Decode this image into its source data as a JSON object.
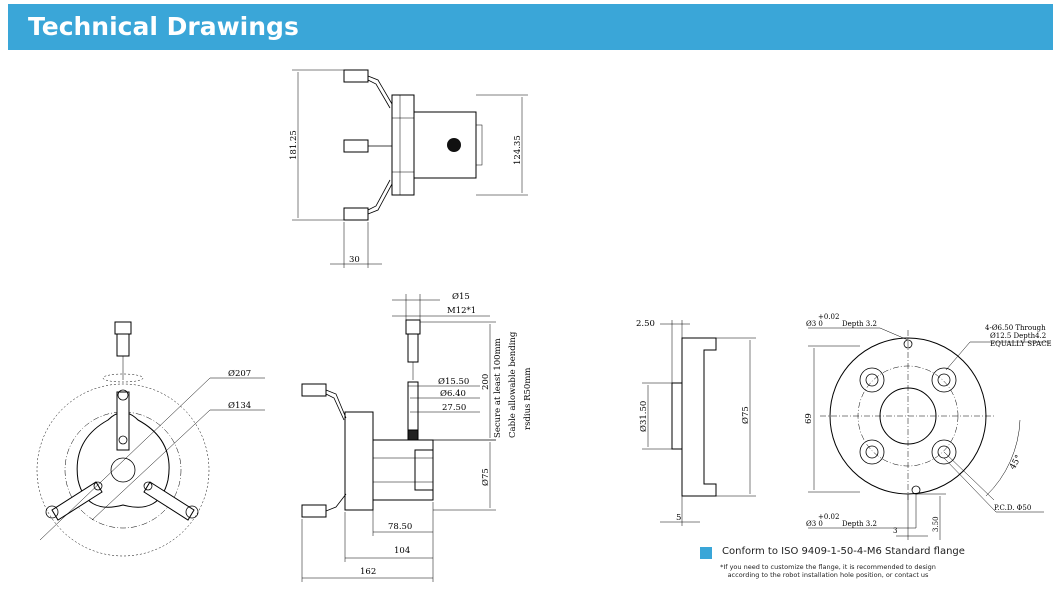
{
  "header": {
    "title": "Technical Drawings",
    "color": "#3aa6d8"
  },
  "top_view": {
    "height_total": "181.25",
    "height_body": "124.35",
    "width_finger": "30"
  },
  "front_view": {
    "dia_outer": "Ø207",
    "dia_inner": "Ø134"
  },
  "side_view": {
    "connector_dia": "Ø15",
    "connector_thread": "M12*1",
    "cable_length": "200",
    "cable_note_1": "Secure at least 100mm",
    "cable_note_2": "Cable allowable bending",
    "cable_note_3": "rsdius R50mm",
    "dia_1550": "Ø15.50",
    "dia_640": "Ø6.40",
    "len_2750": "27.50",
    "dia_75": "Ø75",
    "len_7850": "78.50",
    "len_104": "104",
    "len_162": "162"
  },
  "flange_side": {
    "thk": "2.50",
    "dia_3150": "Ø31.50",
    "dia_75": "Ø75",
    "bottom": "5"
  },
  "flange_front": {
    "pin_tol_top": "+0.02",
    "pin_dia_top": "Ø3  0",
    "pin_depth_top": "Depth 3.2",
    "hole_note_1": "4-Ø6.50 Through",
    "hole_note_2": "Ø12.5 Depth4.2",
    "hole_note_3": "EQUALLY SPACE",
    "height": "69",
    "angle": "45°",
    "pcd": "P.C.D. Φ50",
    "pin_tol_bottom": "+0.02",
    "pin_dia_bottom": "Ø3  0",
    "pin_depth_bottom": "Depth 3.2",
    "offset_3": "3",
    "offset_350": "3.50"
  },
  "notes": {
    "standard": "Conform to ISO 9409-1-50-4-M6 Standard flange",
    "customize": "*If you need to customize the flange, it is recommended to design according to the robot installation hole position, or contact us"
  }
}
